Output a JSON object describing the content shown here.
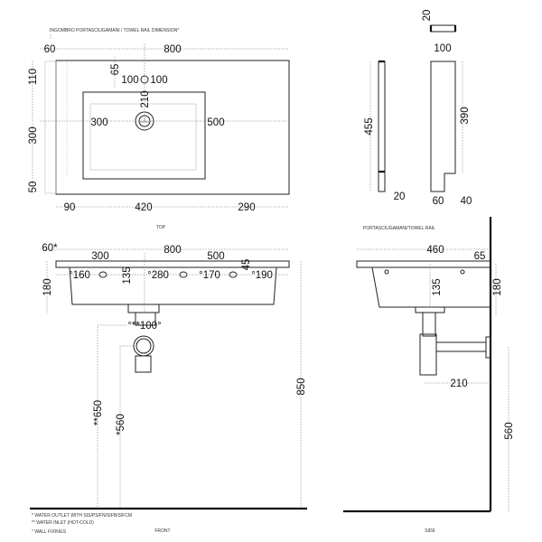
{
  "top_view": {
    "towel_rail_note": "INGOMBRO PORTASCIUGAMANI / TOWEL RAIL DIMENSION*",
    "dims": {
      "d60": "60",
      "d800": "800",
      "d65": "65",
      "d100a": "100",
      "d100b": "100",
      "d210": "210",
      "d300h": "300",
      "d500": "500",
      "d110": "110",
      "d300v": "300",
      "d50": "50",
      "d90": "90",
      "d420": "420",
      "d290": "290"
    },
    "label": "TOP"
  },
  "towel_rail": {
    "label": "PORTASCIUGAMANI/TOWEL RAIL",
    "dims": {
      "d20top": "20",
      "d100": "100",
      "d455": "455",
      "d20": "20",
      "d390": "390",
      "d60": "60",
      "d40": "40"
    }
  },
  "front_view": {
    "dims": {
      "d60": "60*",
      "d800": "800",
      "d300": "300",
      "d500": "500",
      "d160": "°160",
      "d135": "135",
      "d280": "°280",
      "d170": "°170",
      "d45": "45",
      "d190": "°190",
      "d180": "180",
      "d100": "°**100°",
      "d650": "**650",
      "d560": "*560",
      "d850": "850"
    },
    "notes": [
      "*  WATER OUTLET WITH SIS/PS/FN/SIFB/SIFCM",
      "** WATER INLET  (HOT-COLD)",
      "° WALL FIXINGS"
    ],
    "label": "FRONT"
  },
  "side_view": {
    "dims": {
      "d460": "460",
      "d65": "65",
      "d135": "135",
      "d180": "180",
      "d210": "210",
      "d560": "560"
    },
    "label": "SIDE"
  }
}
